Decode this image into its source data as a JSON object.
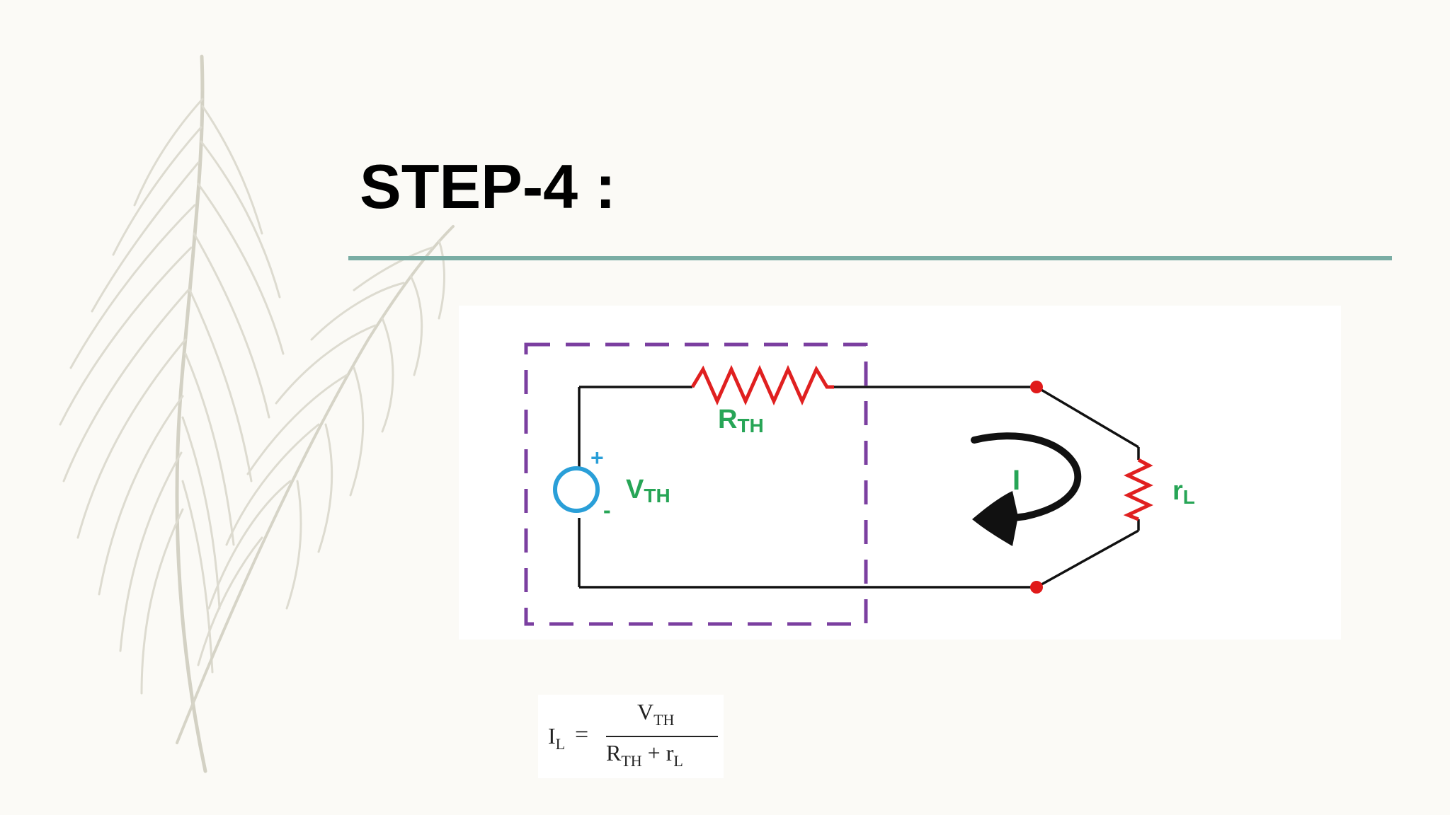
{
  "slide": {
    "title": "STEP-4 :"
  },
  "circuit": {
    "resistor_label": {
      "main": "R",
      "sub": "TH"
    },
    "source_label": {
      "main": "V",
      "sub": "TH"
    },
    "plus_sign": "+",
    "minus_sign": "-",
    "current_label": "I",
    "load_label": {
      "main": "r",
      "sub": "L"
    },
    "colors": {
      "boundary": "#7b3fa0",
      "resistor": "#e02020",
      "label_green": "#27a556",
      "source": "#2a9fd8",
      "terminal": "#e01a1a",
      "wire": "#111111"
    }
  },
  "formula": {
    "lhs_main": "I",
    "lhs_sub": "L",
    "equals": "=",
    "num_main": "V",
    "num_sub": "TH",
    "den_r_main": "R",
    "den_r_sub": "TH",
    "den_plus": "+",
    "den_rl_main": "r",
    "den_rl_sub": "L"
  },
  "decoration": {
    "background_icon": "feather-icon",
    "accent_color": "#7aada4"
  }
}
